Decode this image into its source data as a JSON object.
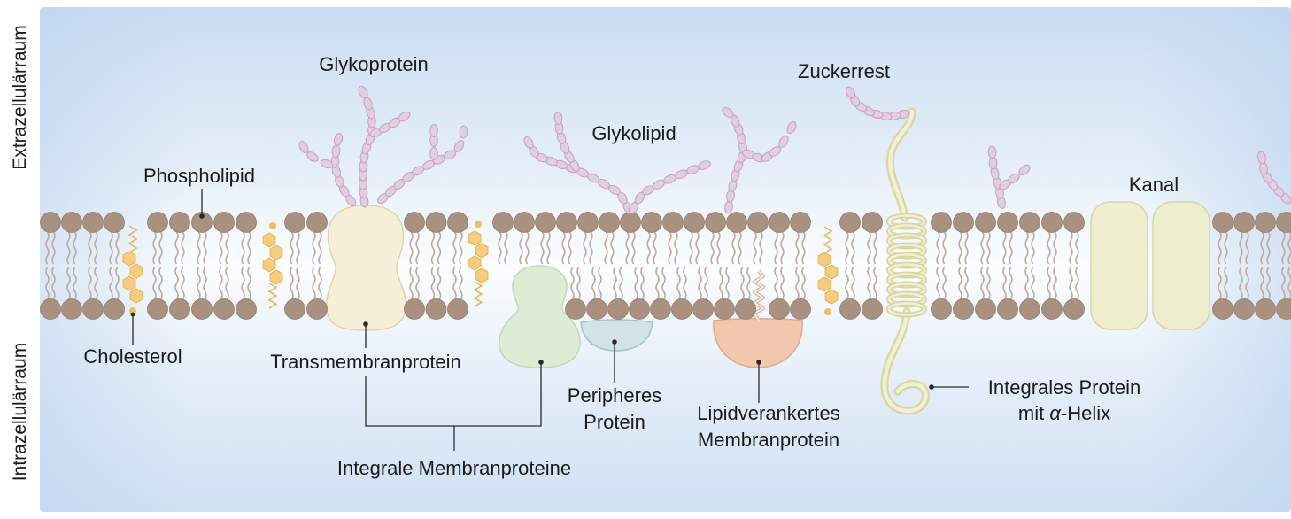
{
  "regions": {
    "extracellular": "Extrazellulärraum",
    "intracellular": "Intrazellulärraum"
  },
  "labels": {
    "glycoprotein": "Glykoprotein",
    "glycolipid": "Glykolipid",
    "sugar_residue": "Zuckerrest",
    "phospholipid": "Phospholipid",
    "channel": "Kanal",
    "cholesterol": "Cholesterol",
    "transmembrane_protein": "Transmembranprotein",
    "peripheral_protein": [
      "Peripheres",
      "Protein"
    ],
    "lipid_anchored_protein": [
      "Lipidverankertes",
      "Membranprotein"
    ],
    "alpha_helix_protein": {
      "line1": "Integrales Protein",
      "line2_before": "mit ",
      "line2_symbol": "α",
      "line2_after": "-Helix"
    },
    "integral_proteins_group": "Integrale Membranproteine"
  },
  "colors": {
    "phospholipid_head": "#a8927f",
    "phospholipid_tail": "#bcab9c",
    "cholesterol": "#f5cd7c",
    "sugar": "#e3cde1",
    "transmembrane_protein": "#f6efd8",
    "channel_protein": "#eeeecf",
    "integral_protein_green": "#dcecd5",
    "peripheral_protein": "#d2e3e8",
    "lipid_anchored_protein": "#f2c7ad",
    "alpha_helix": "#d9d6a3"
  }
}
